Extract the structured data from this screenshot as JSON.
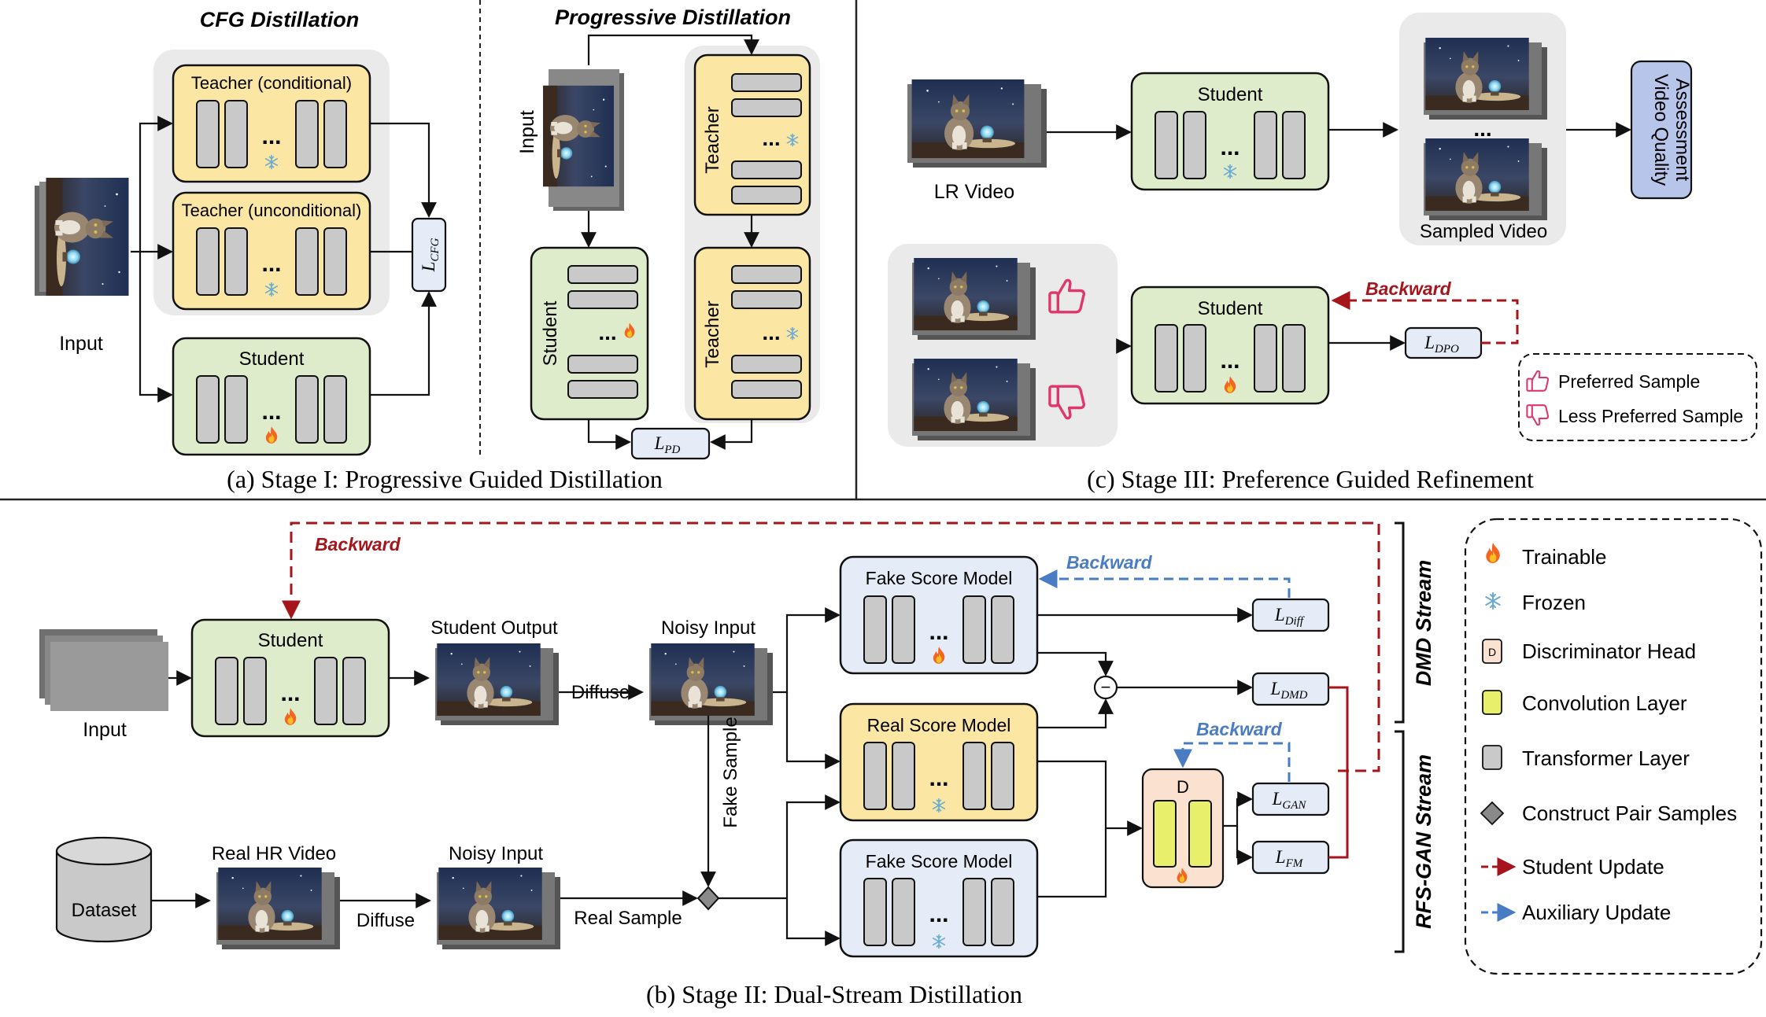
{
  "stage1": {
    "caption": "(a) Stage I: Progressive Guided Distillation",
    "cfg_title": "CFG Distillation",
    "pd_title": "Progressive Distillation",
    "input_label": "Input",
    "teacher_cond": "Teacher (conditional)",
    "teacher_uncond": "Teacher (unconditional)",
    "student": "Student",
    "teacher": "Teacher",
    "dots": "...",
    "loss_cfg_main": "L",
    "loss_cfg_sub": "CFG",
    "loss_pd_main": "L",
    "loss_pd_sub": "PD"
  },
  "stage2": {
    "caption": "(b) Stage II: Dual-Stream Distillation",
    "backward_student": "Backward",
    "backward_aux1": "Backward",
    "backward_aux2": "Backward",
    "input_label": "Input",
    "student": "Student",
    "student_output": "Student Output",
    "diffuse1": "Diffuse",
    "noisy_input1": "Noisy Input",
    "fake_sample": "Fake Sample",
    "fake_score_top": "Fake Score Model",
    "real_score": "Real Score Model",
    "fake_score_bottom": "Fake Score Model",
    "dataset": "Dataset",
    "real_hr_video": "Real HR Video",
    "diffuse2": "Diffuse",
    "noisy_input2": "Noisy Input",
    "real_sample": "Real Sample",
    "disc_label": "D",
    "minus": "−",
    "dots": "...",
    "l_diff": {
      "main": "L",
      "sub": "Diff"
    },
    "l_dmd": {
      "main": "L",
      "sub": "DMD"
    },
    "l_gan": {
      "main": "L",
      "sub": "GAN"
    },
    "l_fm": {
      "main": "L",
      "sub": "FM"
    },
    "dmd_stream": "DMD Stream",
    "rfs_stream": "RFS-GAN Stream"
  },
  "stage3": {
    "caption": "(c) Stage III: Preference Guided Refinement",
    "lr_video": "LR Video",
    "student": "Student",
    "sampled_video": "Sampled Video",
    "vqa_line1": "Video Quality",
    "vqa_line2": "Assessment",
    "backward": "Backward",
    "l_dpo": {
      "main": "L",
      "sub": "DPO"
    },
    "preferred": "Preferred Sample",
    "less_preferred": "Less Preferred Sample",
    "dots": "..."
  },
  "legend": {
    "trainable": "Trainable",
    "frozen": "Frozen",
    "disc_head": "Discriminator Head",
    "disc_icon_letter": "D",
    "conv": "Convolution Layer",
    "transformer": "Transformer Layer",
    "pair": "Construct Pair Samples",
    "student_update": "Student Update",
    "aux_update": "Auxiliary Update"
  },
  "colors": {
    "green_fill": "#dfeccb",
    "yellow_fill": "#fbe6a4",
    "blue_fill": "#e5ecf7",
    "peach_fill": "#fbe1cf",
    "layer_gray": "#c9c9c9",
    "conv_yellow": "#e8ef6a",
    "panel_gray": "#eaeaea",
    "red_arrow": "#a5151b",
    "blue_arrow": "#4a7cc4",
    "vqa_fill": "#b8c5ea",
    "thumb_pink": "#e0366b"
  },
  "icons": [
    "fire-icon",
    "snowflake-icon",
    "thumbs-up-icon",
    "thumbs-down-icon",
    "cat-video-thumbnail"
  ]
}
